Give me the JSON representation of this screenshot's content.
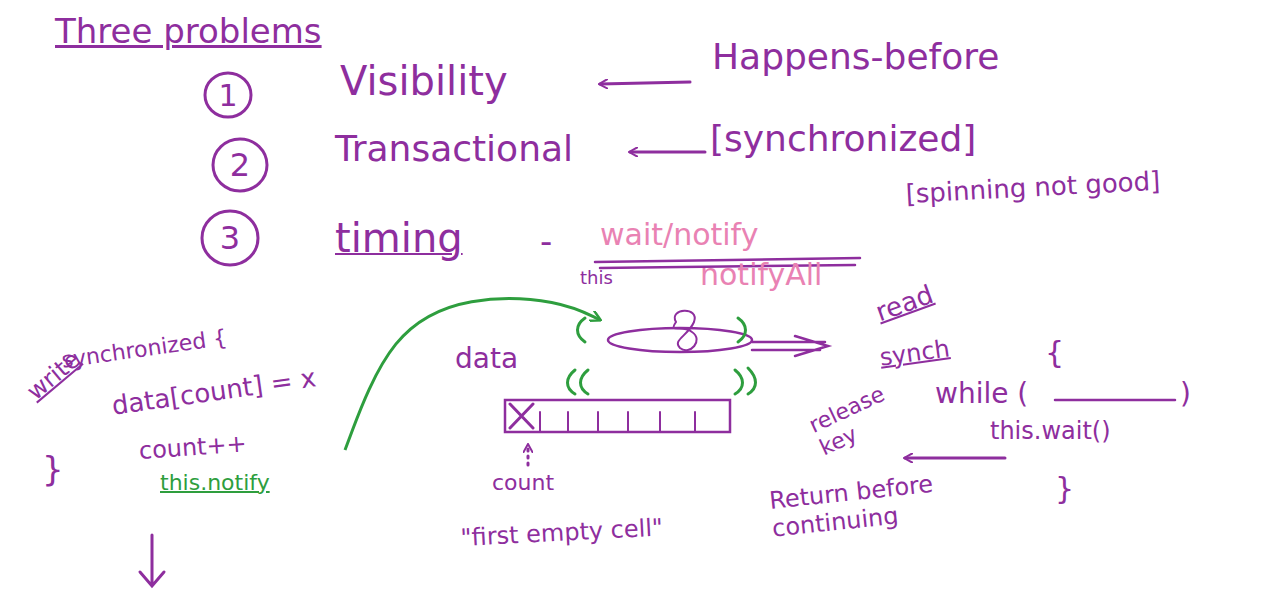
{
  "diagram": {
    "title": "Three problems",
    "nodes": [
      {
        "text": [
          "1"
        ]
      },
      {
        "text": [
          "2"
        ]
      },
      {
        "text": [
          "3"
        ]
      }
    ],
    "labels": [
      "Visibility",
      "Happens-before",
      "Transactional",
      "[synchronized]",
      "[spinning not good]",
      "timing",
      "-",
      "wait/notify",
      "this",
      "notifyAll",
      "write",
      "synchronized {",
      "data[count] = x",
      "count++",
      "this.notify",
      "}",
      "data",
      "count",
      "\"first empty cell\"",
      "read",
      "synch",
      "{",
      "while (",
      ")",
      "this.wait()",
      "}",
      "release key",
      "Return before continuing"
    ]
  }
}
